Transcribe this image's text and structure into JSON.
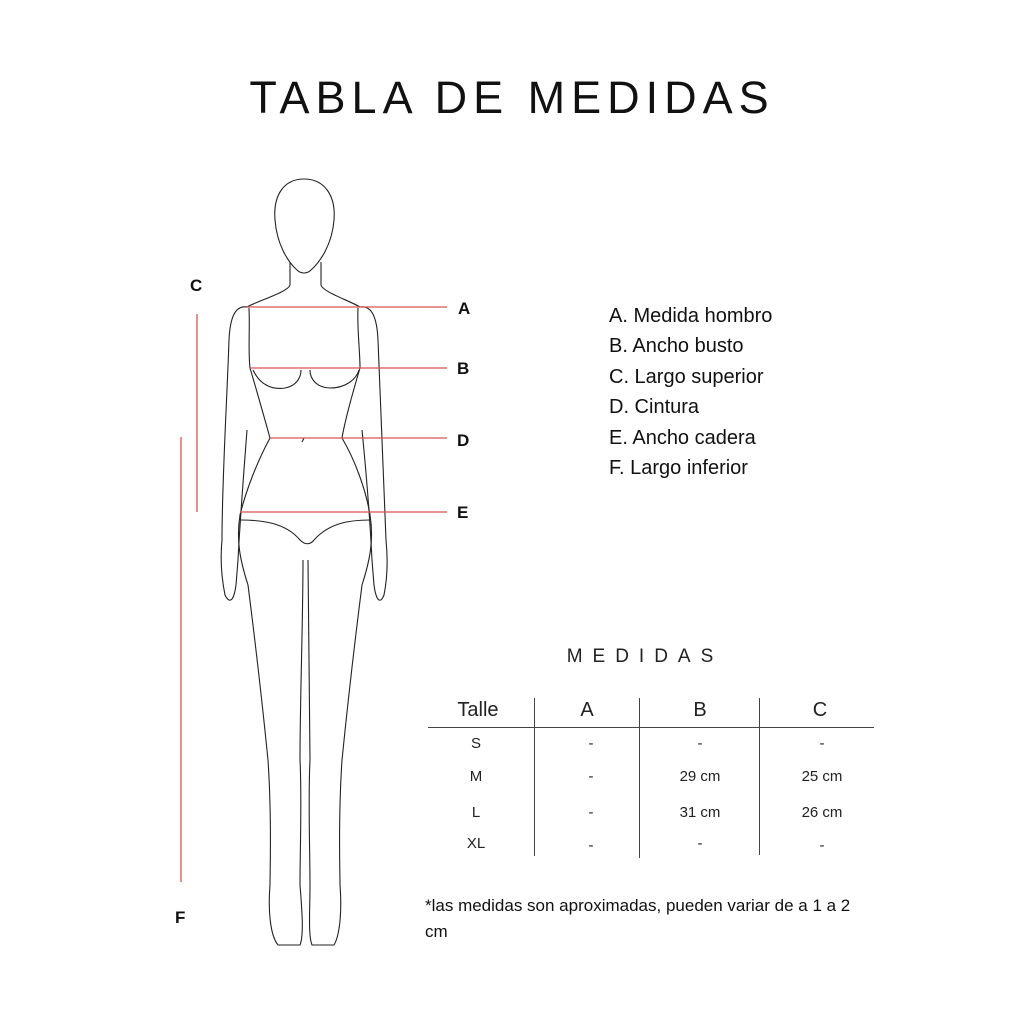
{
  "title": "TABLA DE MEDIDAS",
  "figure": {
    "markers": {
      "A": "A",
      "B": "B",
      "C": "C",
      "D": "D",
      "E": "E",
      "F": "F"
    },
    "line_color": "#d9534f"
  },
  "legend": [
    "A. Medida hombro",
    "B. Ancho busto",
    "C. Largo superior",
    "D. Cintura",
    "E. Ancho cadera",
    "F. Largo inferior"
  ],
  "table": {
    "title": "MEDIDAS",
    "headers": [
      "Talle",
      "A",
      "B",
      "C"
    ],
    "rows": [
      [
        "S",
        "-",
        "-",
        "-"
      ],
      [
        "M",
        "-",
        "29 cm",
        "25 cm"
      ],
      [
        "L",
        "-",
        "31 cm",
        "26 cm"
      ],
      [
        "XL",
        "-",
        "-",
        "-"
      ]
    ]
  },
  "note": "*las medidas son aproximadas, pueden variar de a 1 a 2 cm"
}
